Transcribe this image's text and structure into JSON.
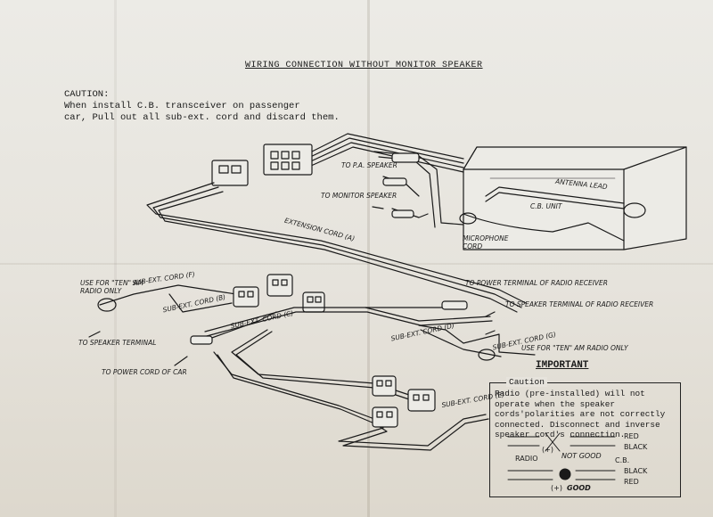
{
  "title": "WIRING CONNECTION WITHOUT MONITOR SPEAKER",
  "caution_note": {
    "heading": "CAUTION:",
    "line1": "When install C.B. transceiver on passenger",
    "line2": "car, Pull out all sub-ext. cord and discard them."
  },
  "labels": {
    "pa_speaker": "TO P.A. SPEAKER",
    "monitor_speaker": "TO MONITOR SPEAKER",
    "antenna_lead": "ANTENNA LEAD",
    "cb_unit": "C.B. UNIT",
    "microphone_cord": "MICROPHONE",
    "microphone_cord2": "CORD",
    "extension_cord_a": "EXTENSION CORD (A)",
    "use_for_ten_am_left": "USE FOR \"TEN\" AM",
    "radio_only_left": "RADIO ONLY",
    "sub_ext_cord_f": "SUB-EXT. CORD (F)",
    "sub_ext_cord_b": "SUB-EXT. CORD (B)",
    "sub_ext_cord_c": "SUB-EXT. CORD (C)",
    "speaker_terminal": "TO SPEAKER TERMINAL",
    "power_cord_of_car": "TO POWER CORD OF CAR",
    "power_terminal_radio": "TO POWER TERMINAL OF RADIO RECEIVER",
    "speaker_terminal_radio": "TO SPEAKER TERMINAL OF RADIO RECEIVER",
    "sub_ext_cord_d": "SUB-EXT. CORD (D)",
    "sub_ext_cord_g": "SUB-EXT. CORD (G)",
    "use_for_ten_am_right": "USE FOR \"TEN\" AM RADIO ONLY",
    "sub_ext_cord_e": "SUB-EXT. CORD (E)"
  },
  "important": {
    "heading": "IMPORTANT",
    "box_title": "Caution",
    "text": "Radio (pre-installed) will not operate when the speaker cords'polarities are not correctly connected. Disconnect and inverse speaker cord's connection.",
    "red": "RED",
    "black": "BLACK",
    "radio": "RADIO",
    "cb": "C.B.",
    "not_good": "NOT GOOD",
    "good": "GOOD",
    "plus": "(+)",
    "black2": "BLACK",
    "red2": "RED"
  },
  "colors": {
    "ink": "#1a1a1a",
    "paper": "#e9e6df"
  }
}
